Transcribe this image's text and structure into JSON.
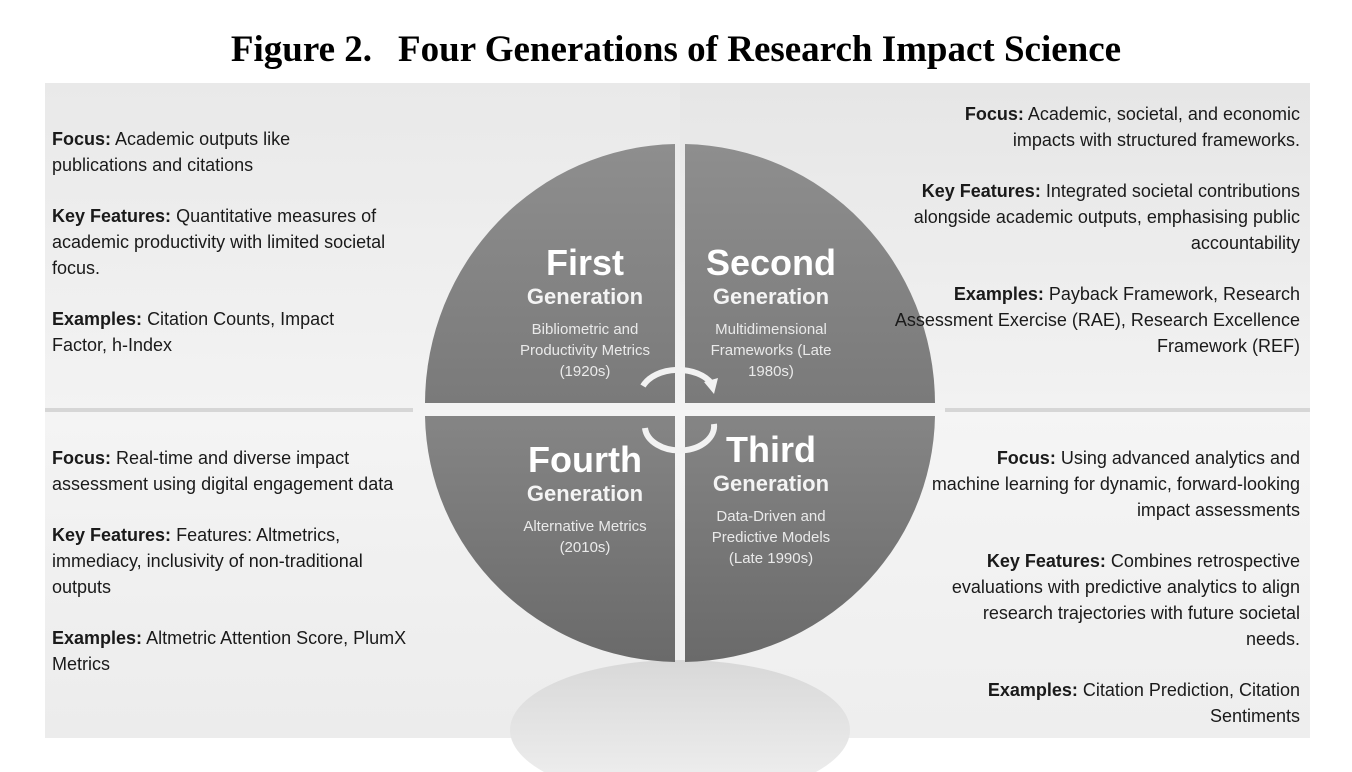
{
  "title": {
    "number": "Figure 2.",
    "text": "Four Generations of Research Impact Science"
  },
  "generations": [
    {
      "ordinal": "First",
      "label": "Generation",
      "subtitle": "Bibliometric and Productivity Metrics (1920s)"
    },
    {
      "ordinal": "Second",
      "label": "Generation",
      "subtitle": "Multidimensional Frameworks (Late 1980s)"
    },
    {
      "ordinal": "Third",
      "label": "Generation",
      "subtitle": "Data-Driven and Predictive Models (Late 1990s)"
    },
    {
      "ordinal": "Fourth",
      "label": "Generation",
      "subtitle": "Alternative Metrics (2010s)"
    }
  ],
  "descriptions": {
    "first": {
      "focus_label": "Focus:",
      "focus": "Academic outputs like publications and citations",
      "features_label": "Key Features:",
      "features": "Quantitative measures of academic productivity with limited societal focus.",
      "examples_label": "Examples:",
      "examples": "Citation Counts, Impact Factor, h-Index"
    },
    "second": {
      "focus_label": "Focus:",
      "focus": "Academic, societal, and economic impacts with structured frameworks.",
      "features_label": "Key Features:",
      "features": "Integrated societal contributions alongside academic outputs, emphasising public accountability",
      "examples_label": "Examples:",
      "examples": "Payback Framework, Research Assessment Exercise (RAE), Research Excellence Framework (REF)"
    },
    "third": {
      "focus_label": "Focus:",
      "focus": "Using advanced analytics and machine learning for dynamic, forward-looking impact assessments",
      "features_label": "Key Features:",
      "features": "Combines retrospective evaluations with predictive analytics to align research trajectories with future societal needs.",
      "examples_label": "Examples:",
      "examples": "Citation Prediction, Citation Sentiments"
    },
    "fourth": {
      "focus_label": "Focus:",
      "focus": "Real-time and diverse impact assessment using digital engagement data",
      "features_label": "Key Features:",
      "features": "Features: Altmetrics, immediacy, inclusivity of non-traditional outputs",
      "examples_label": "Examples:",
      "examples": "Altmetric Attention Score, PlumX Metrics"
    }
  }
}
